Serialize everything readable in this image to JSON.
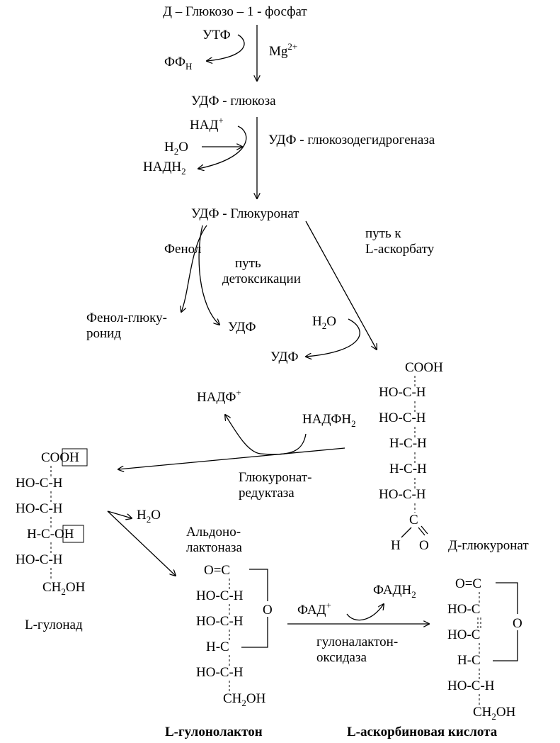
{
  "steps": {
    "glucose1p": "Д – Глюкозо – 1 - фосфат",
    "utp": "УТФ",
    "ppi": "ФФ",
    "ppi_sub": "Н",
    "mg": "Mg",
    "mg_sup": "2+",
    "udp_glucose": "УДФ - глюкоза",
    "nad": "НАД",
    "nad_sup": "+",
    "h2o_1": "Н",
    "h2o_1_sub": "2",
    "h2o_1_end": "O",
    "nadh2": "НАДН",
    "nadh2_sub": "2",
    "enzyme_dh": "УДФ - глюкозодегидрогеназа",
    "udp_glucuronate": "УДФ - Глюкуронат",
    "phenol": "Фенол",
    "detox_1": "путь",
    "detox_2": "детоксикации",
    "ascorbate_path_1": "путь к",
    "ascorbate_path_2": "L-аскорбату",
    "phenol_glucuronide_1": "Фенол-глюку-",
    "phenol_glucuronide_2": "ронид",
    "udp_1": "УДФ",
    "h2o_2": "Н",
    "h2o_2_sub": "2",
    "h2o_2_end": "O",
    "udp_2": "УДФ"
  },
  "glucuronate": {
    "cooh": "COOH",
    "rows": [
      "HO-C-H",
      "HO-C-H",
      "H-C-H",
      "H-C-H",
      "HO-C-H"
    ],
    "c": "C",
    "h": "H",
    "o": "O",
    "label": "Д-глюкуронат"
  },
  "reductase": {
    "nadp": "НАДФ",
    "nadp_sup": "+",
    "nadph2": "НАДФН",
    "nadph2_sub": "2",
    "name_1": "Глюкуронат-",
    "name_2": "редуктаза"
  },
  "gulonate": {
    "co": "CO",
    "oh": "OH",
    "rows": [
      "HO-C-H",
      "HO-C-H"
    ],
    "hc": "H-C-O",
    "hc_h": "H",
    "row5": "HO-C-H",
    "ch2oh": "CH",
    "ch2oh_sub": "2",
    "ch2oh_end": "OH",
    "label": "L-гулонад",
    "h2o": "Н",
    "h2o_sub": "2",
    "h2o_end": "O"
  },
  "lactonase": {
    "name_1": "Альдоно-",
    "name_2": "лактоназа"
  },
  "gulonolactone": {
    "rows": [
      "O=C",
      "HO-C-H",
      "HO-C-H",
      "H-C",
      "HO-C-H"
    ],
    "ch2oh": "CH",
    "ch2oh_sub": "2",
    "ch2oh_end": "OH",
    "ring_o": "O",
    "label": "L-гулонолактон"
  },
  "oxidase": {
    "fad": "ФАД",
    "fad_sup": "+",
    "fadh2": "ФАДН",
    "fadh2_sub": "2",
    "name_1": "гулоналактон-",
    "name_2": "оксидаза"
  },
  "ascorbic": {
    "rows": [
      "O=C",
      "HO-C",
      "HO-C",
      "H-C",
      "HO-C-H"
    ],
    "ch2oh": "CH",
    "ch2oh_sub": "2",
    "ch2oh_end": "OH",
    "ring_o": "O",
    "label": "L-аскорбиновая кислота"
  }
}
